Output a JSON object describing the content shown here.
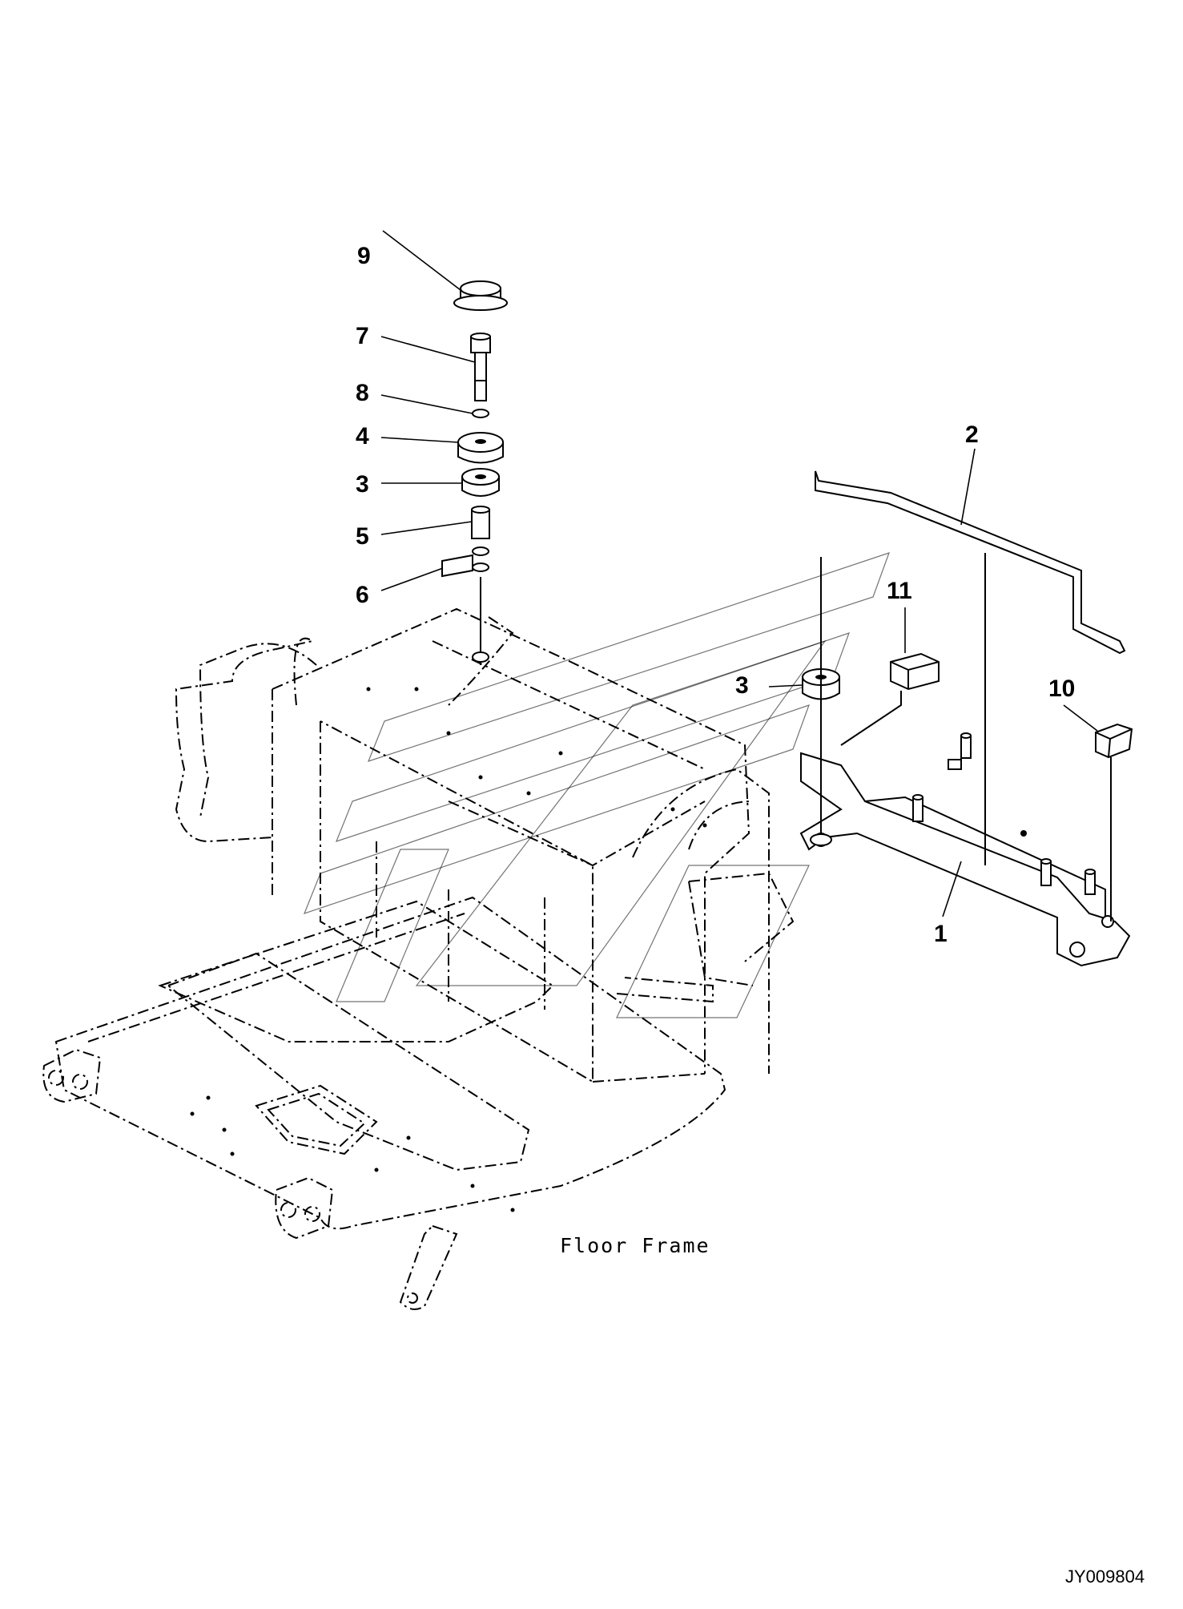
{
  "callouts": [
    {
      "id": "c9",
      "label": "9"
    },
    {
      "id": "c7",
      "label": "7"
    },
    {
      "id": "c8",
      "label": "8"
    },
    {
      "id": "c4",
      "label": "4"
    },
    {
      "id": "c3a",
      "label": "3"
    },
    {
      "id": "c5",
      "label": "5"
    },
    {
      "id": "c6",
      "label": "6"
    },
    {
      "id": "c2",
      "label": "2"
    },
    {
      "id": "c11",
      "label": "11"
    },
    {
      "id": "c3b",
      "label": "3"
    },
    {
      "id": "c10",
      "label": "10"
    },
    {
      "id": "c1",
      "label": "1"
    }
  ],
  "caption": "Floor Frame",
  "document_id": "JY009804"
}
